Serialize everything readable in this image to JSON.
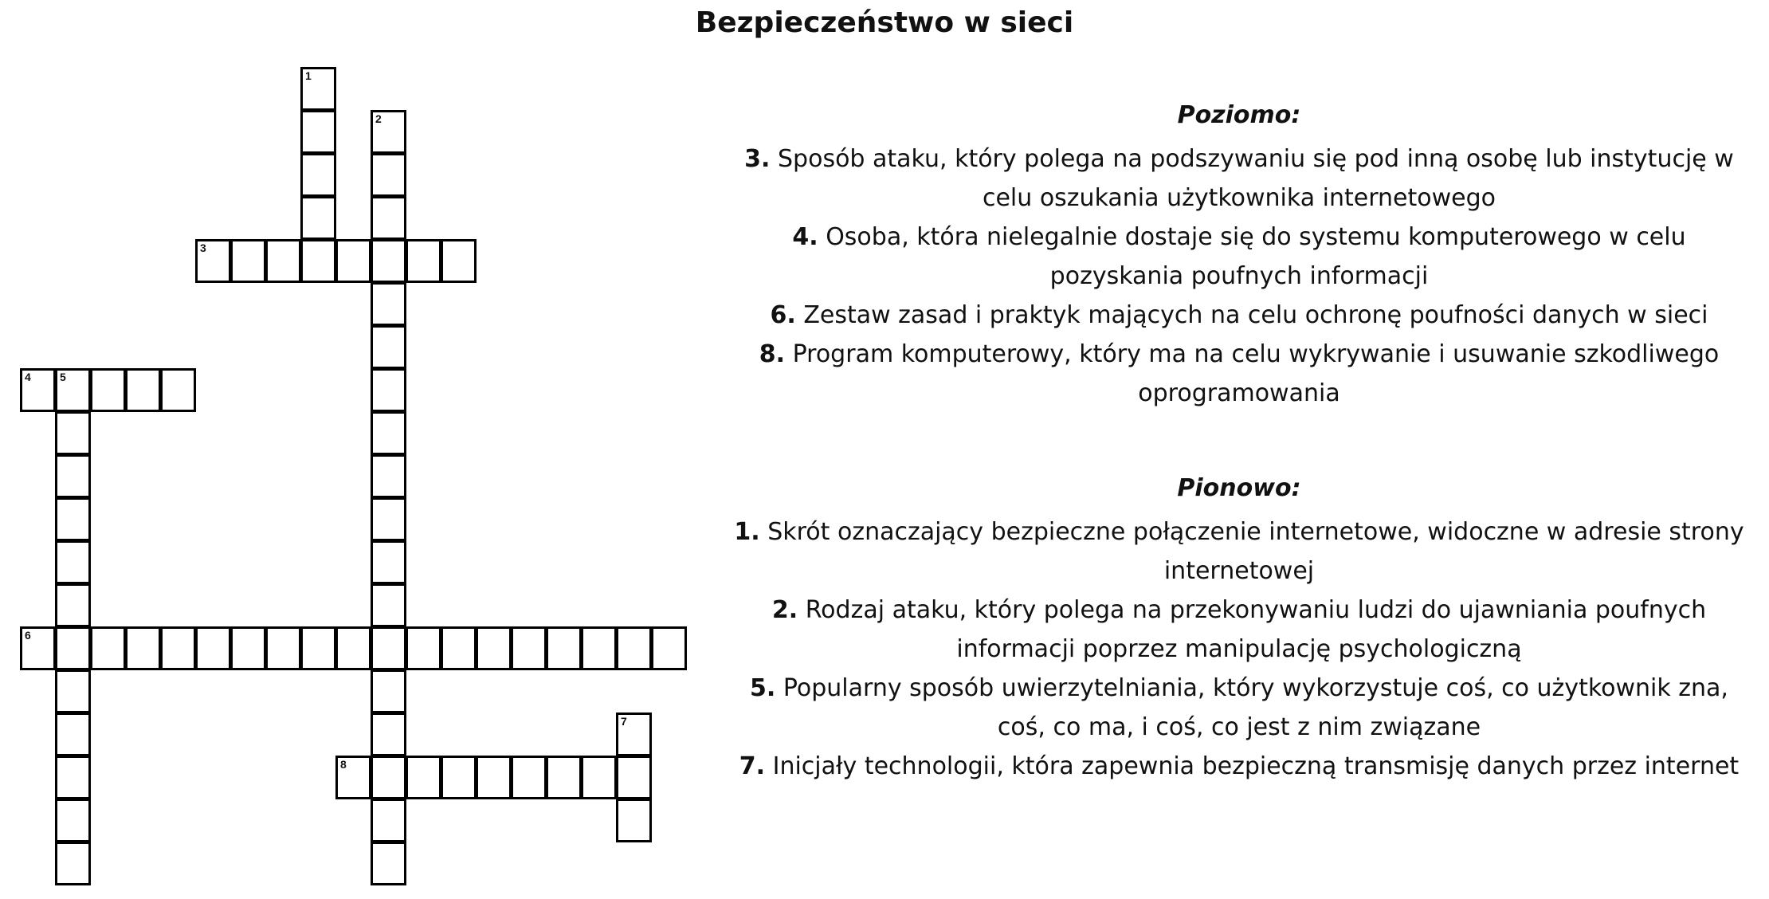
{
  "title": "Bezpieczeństwo w sieci",
  "across": {
    "heading": "Poziomo:",
    "clues": [
      {
        "num": "3.",
        "text": "Sposób ataku, który polega na podszywaniu się pod inną osobę lub instytucję w celu oszukania użytkownika internetowego"
      },
      {
        "num": "4.",
        "text": "Osoba, która nielegalnie dostaje się do systemu komputerowego w celu pozyskania poufnych informacji"
      },
      {
        "num": "6.",
        "text": "Zestaw zasad i praktyk mających na celu ochronę poufności danych w sieci"
      },
      {
        "num": "8.",
        "text": "Program komputerowy, który ma na celu wykrywanie i usuwanie szkodliwego oprogramowania"
      }
    ]
  },
  "down": {
    "heading": "Pionowo:",
    "clues": [
      {
        "num": "1.",
        "text": "Skrót oznaczający bezpieczne połączenie internetowe, widoczne w adresie strony internetowej"
      },
      {
        "num": "2.",
        "text": "Rodzaj ataku, który polega na przekonywaniu ludzi do ujawniania poufnych informacji poprzez manipulację psychologiczną"
      },
      {
        "num": "5.",
        "text": "Popularny sposób uwierzytelniania, który wykorzystuje coś, co użytkownik zna, coś, co ma, i coś, co jest z nim związane"
      },
      {
        "num": "7.",
        "text": "Inicjały technologii, która zapewnia bezpieczną transmisję danych przez internet"
      }
    ]
  },
  "grid": {
    "words": [
      {
        "num": "1",
        "dir": "down",
        "row": 0,
        "col": 8,
        "length": 5
      },
      {
        "num": "2",
        "dir": "down",
        "row": 1,
        "col": 10,
        "length": 18
      },
      {
        "num": "3",
        "dir": "across",
        "row": 4,
        "col": 5,
        "length": 8
      },
      {
        "num": "4",
        "dir": "across",
        "row": 7,
        "col": 0,
        "length": 5
      },
      {
        "num": "5",
        "dir": "down",
        "row": 7,
        "col": 1,
        "length": 12
      },
      {
        "num": "6",
        "dir": "across",
        "row": 13,
        "col": 0,
        "length": 19
      },
      {
        "num": "7",
        "dir": "down",
        "row": 15,
        "col": 17,
        "length": 3
      },
      {
        "num": "8",
        "dir": "across",
        "row": 16,
        "col": 9,
        "length": 9
      }
    ]
  }
}
